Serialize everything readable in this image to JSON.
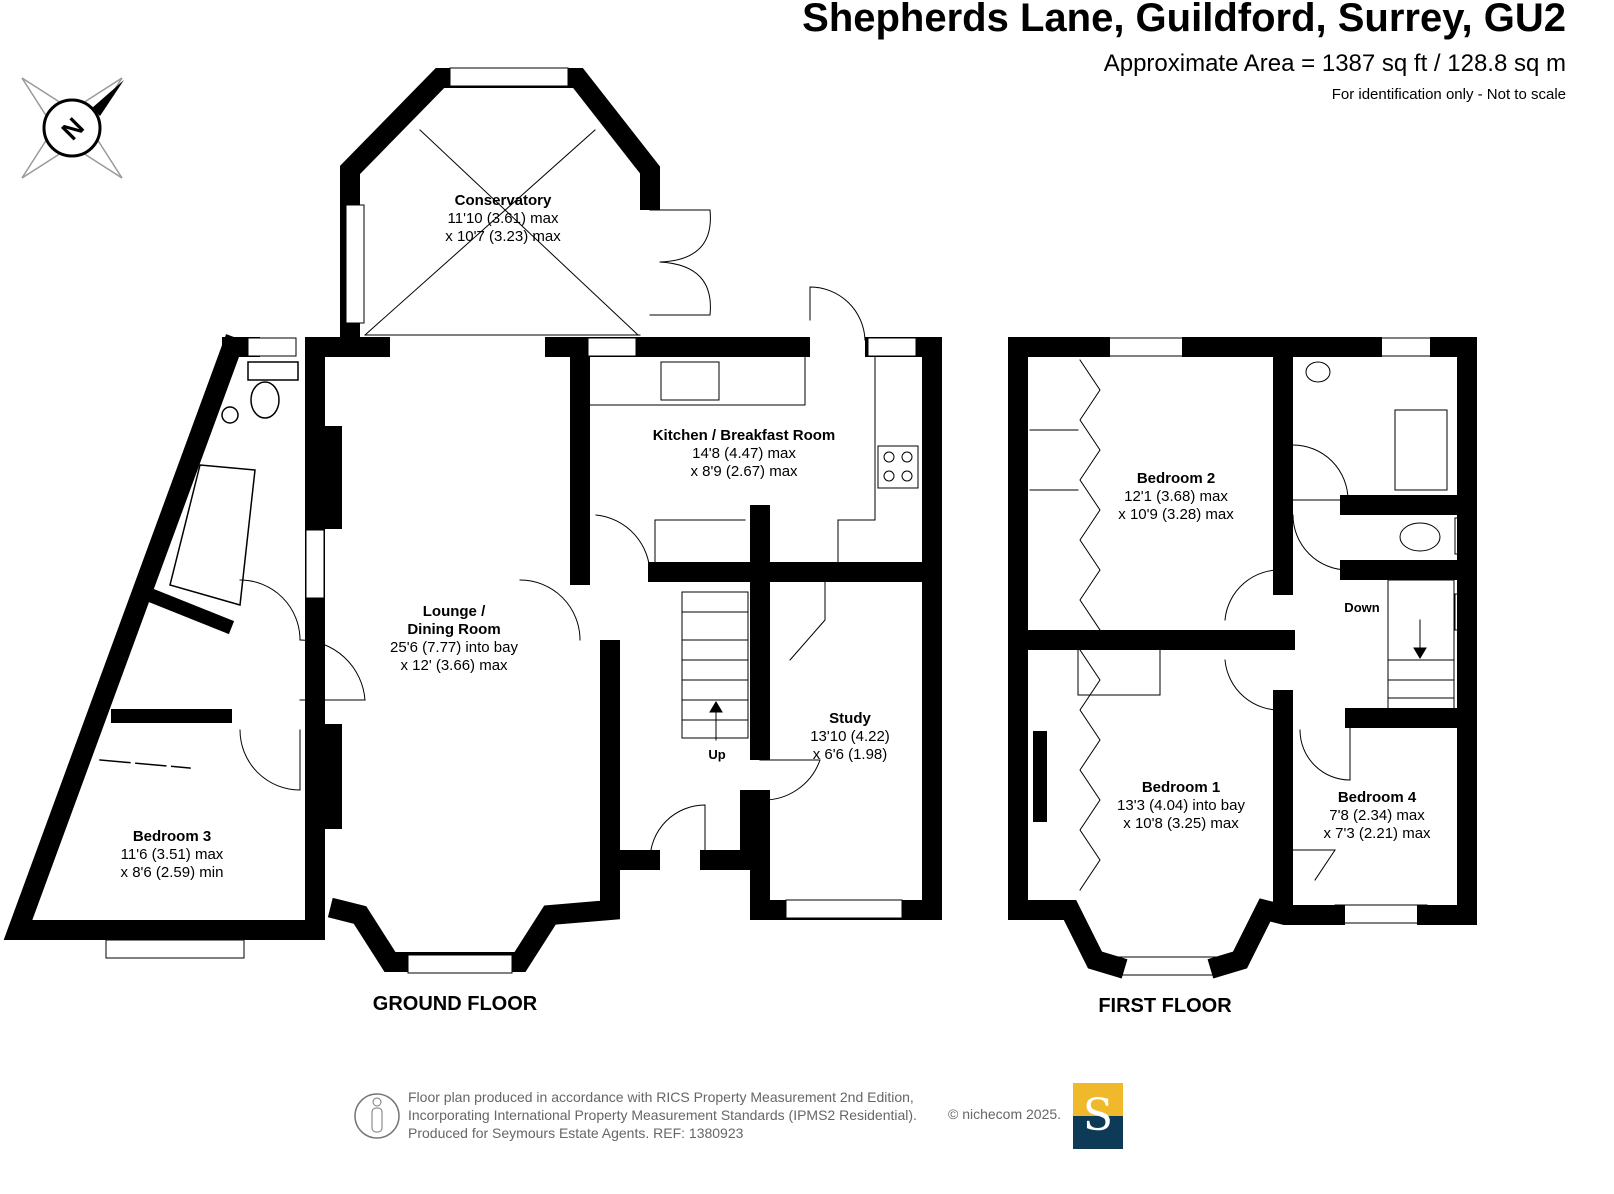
{
  "header": {
    "title": "Shepherds Lane, Guildford, Surrey, GU2",
    "area": "Approximate Area = 1387 sq ft / 128.8 sq m",
    "note": "For identification only - Not to scale"
  },
  "compass": {
    "label": "N"
  },
  "ground_floor": {
    "label": "GROUND FLOOR",
    "rooms": [
      {
        "name": "Conservatory",
        "dim1": "11'10 (3.61) max",
        "dim2": "x 10'7 (3.23) max"
      },
      {
        "name": "Kitchen / Breakfast Room",
        "dim1": "14'8 (4.47) max",
        "dim2": "x 8'9 (2.67) max"
      },
      {
        "name": "Lounge /",
        "name2": "Dining Room",
        "dim1": "25'6 (7.77) into bay",
        "dim2": "x 12' (3.66) max"
      },
      {
        "name": "Study",
        "dim1": "13'10 (4.22)",
        "dim2": "x 6'6 (1.98)"
      },
      {
        "name": "Bedroom 3",
        "dim1": "11'6 (3.51) max",
        "dim2": "x 8'6 (2.59) min"
      }
    ],
    "stairs_label": "Up"
  },
  "first_floor": {
    "label": "FIRST FLOOR",
    "rooms": [
      {
        "name": "Bedroom 2",
        "dim1": "12'1 (3.68) max",
        "dim2": "x 10'9 (3.28) max"
      },
      {
        "name": "Bedroom 1",
        "dim1": "13'3 (4.04) into bay",
        "dim2": "x 10'8 (3.25) max"
      },
      {
        "name": "Bedroom 4",
        "dim1": "7'8 (2.34) max",
        "dim2": "x 7'3 (2.21) max"
      }
    ],
    "stairs_label": "Down"
  },
  "footer": {
    "line1": "Floor plan produced in accordance with RICS Property Measurement 2nd Edition,",
    "line2": "Incorporating International Property Measurement Standards (IPMS2 Residential).",
    "line3": "Produced for Seymours Estate Agents.   REF:  1380923",
    "copyright": "© nichecom 2025.",
    "logo_letter": "S",
    "logo_colors": {
      "top": "#f0b92b",
      "bottom": "#0d3a57"
    }
  }
}
